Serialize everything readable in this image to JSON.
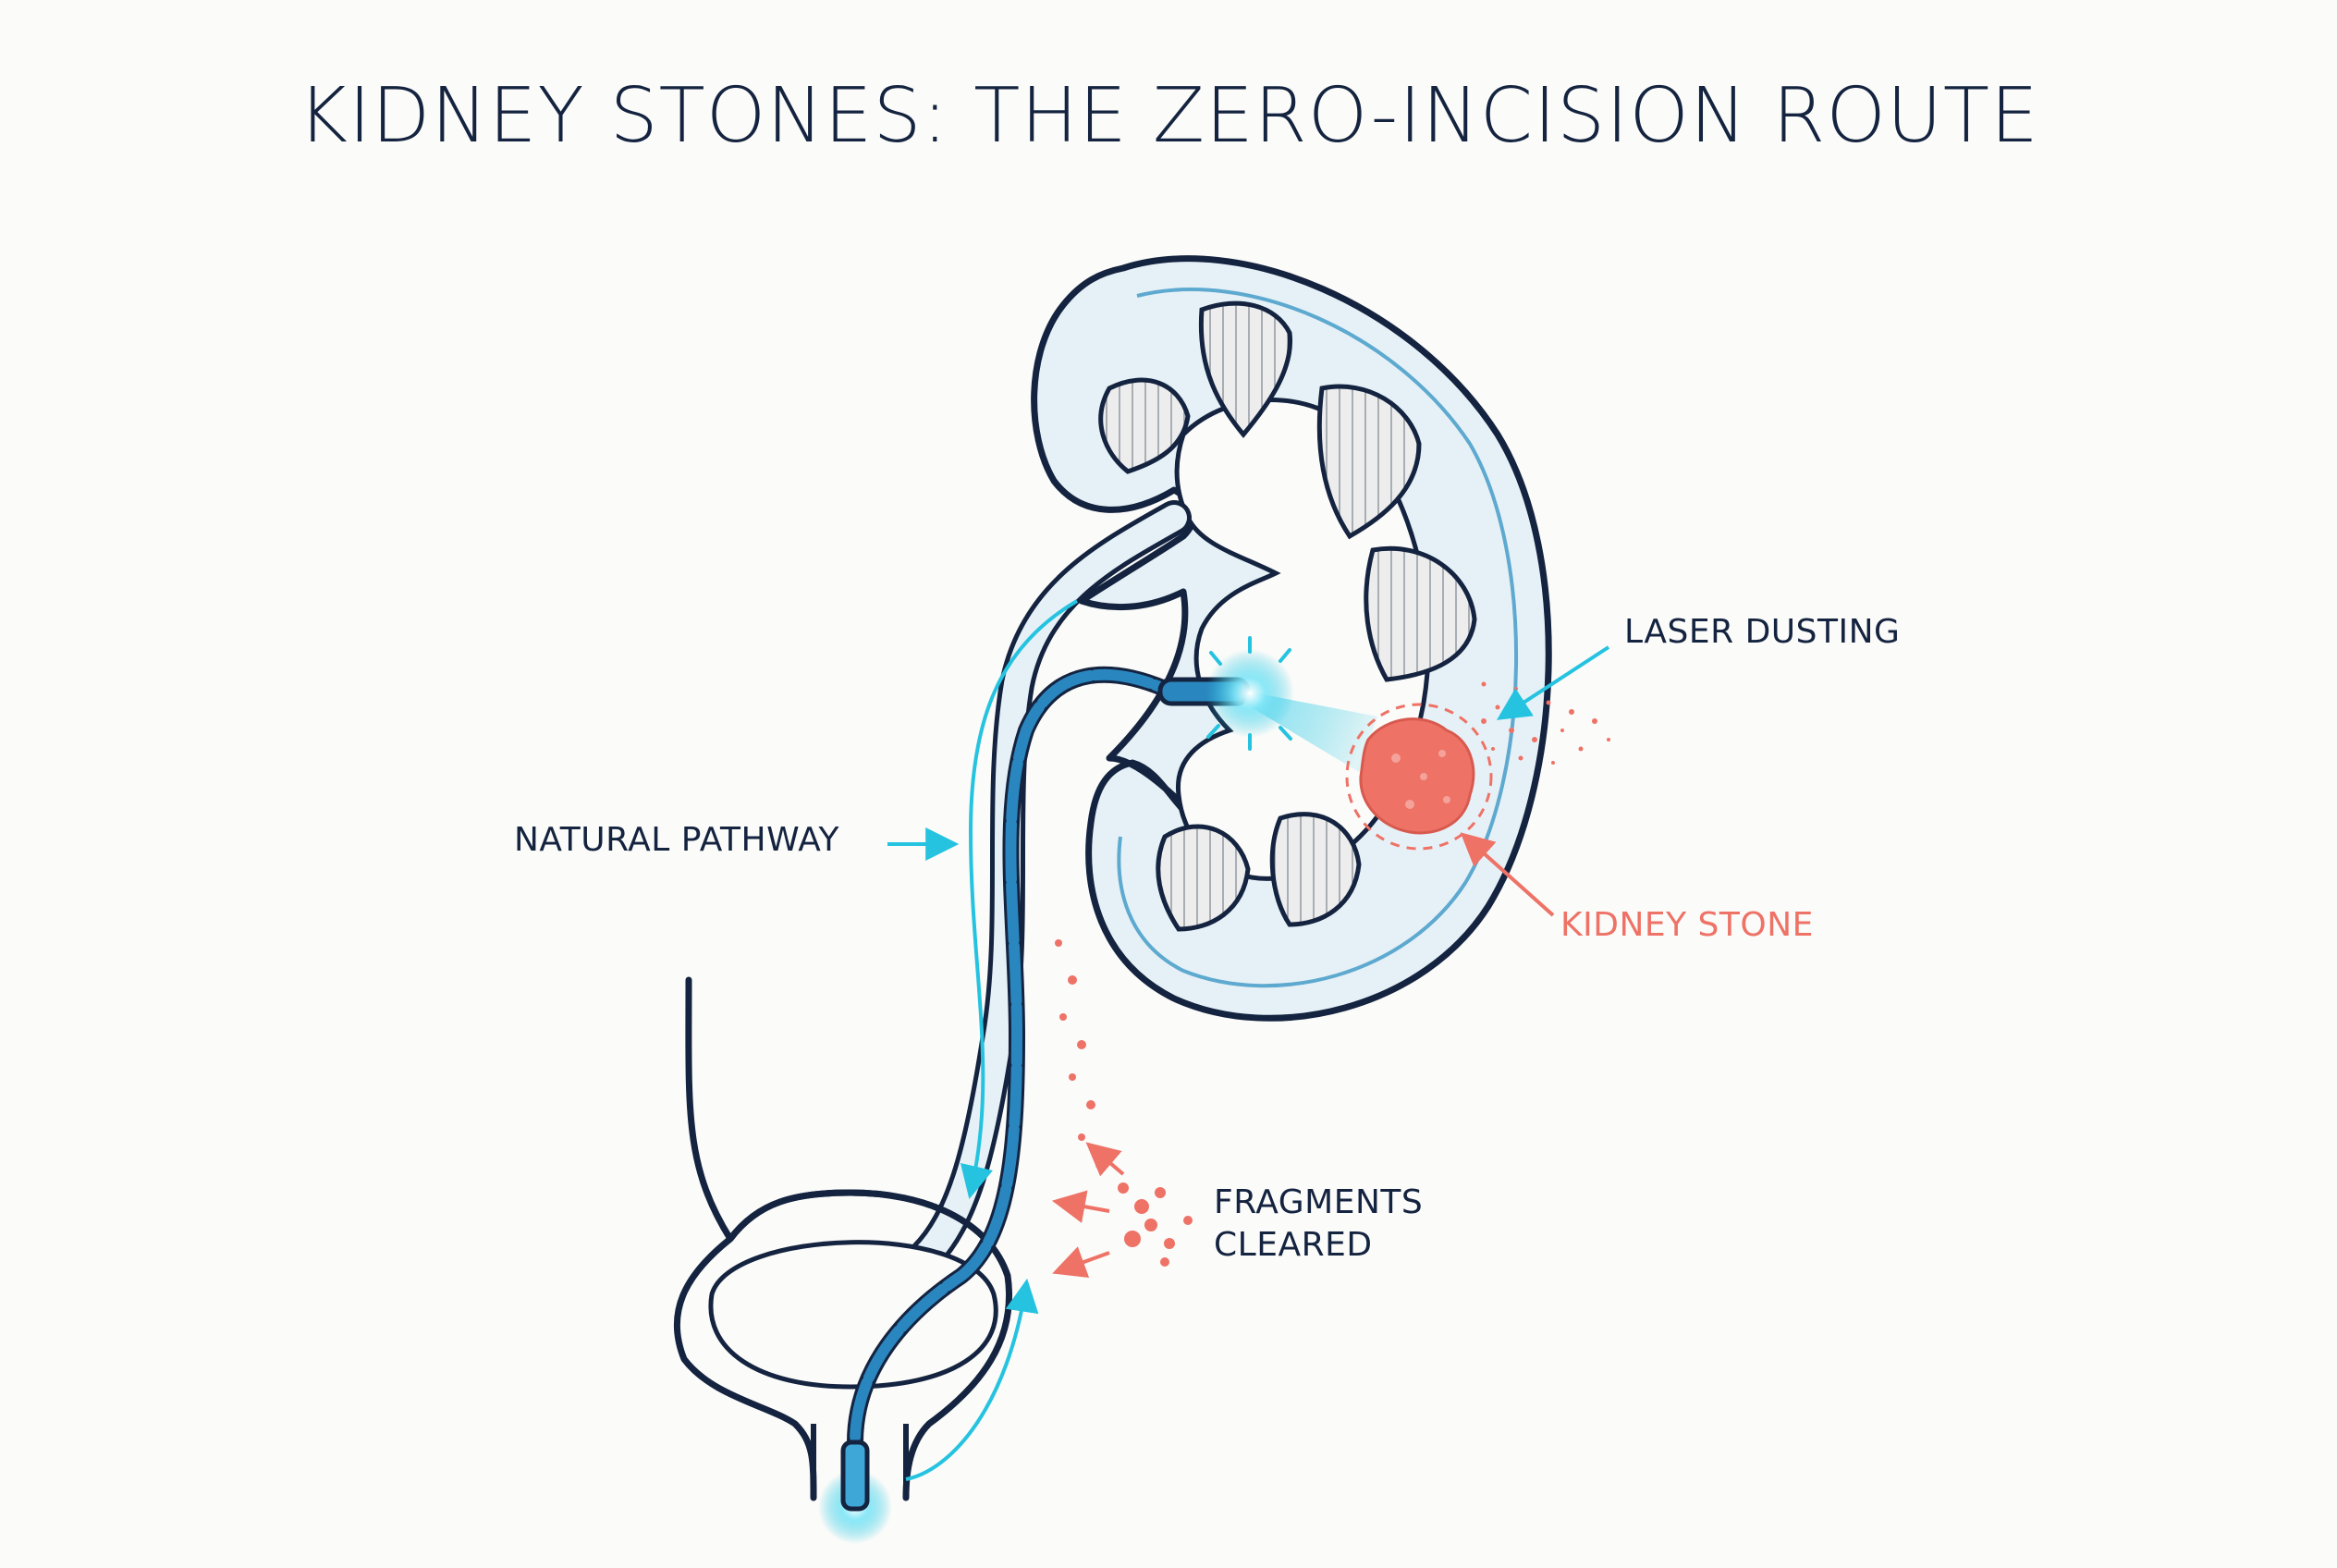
{
  "title": "KIDNEY STONES: THE ZERO-INCISION ROUTE",
  "labels": {
    "laser_dusting": "LASER DUSTING",
    "natural_pathway": "NATURAL PATHWAY",
    "kidney_stone": "KIDNEY STONE",
    "fragments_line1": "FRAGMENTS",
    "fragments_line2": "CLEARED"
  },
  "colors": {
    "outline": "#14233f",
    "kidney_fill": "#e6f1f7",
    "accent": "#25c3e0",
    "scope": "#2a86bf",
    "stone": "#ee7266",
    "pyramid": "#ececec"
  },
  "icons": [
    "kidney-icon",
    "bladder-icon",
    "ureteroscope-icon",
    "laser-beam-icon",
    "kidney-stone-icon"
  ]
}
